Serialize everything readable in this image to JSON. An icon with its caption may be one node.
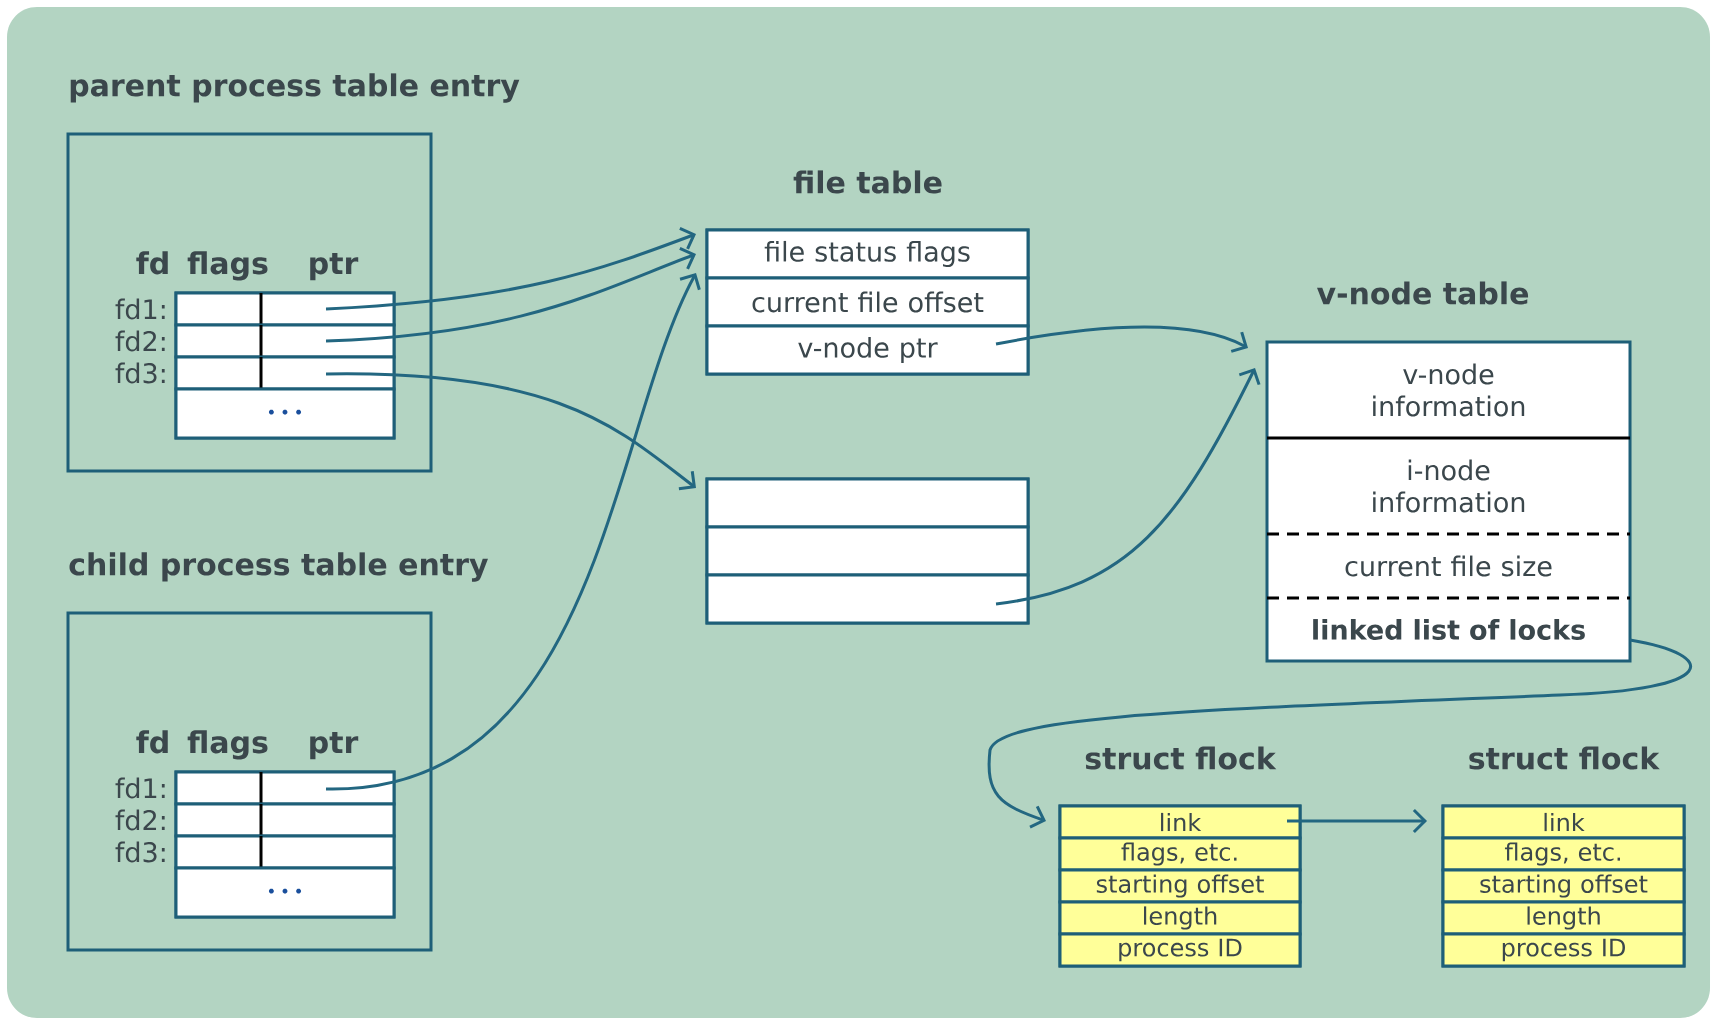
{
  "diagram": {
    "nodes": [
      {
        "text": [
          "parent process table entry"
        ]
      },
      {
        "text": [
          "fd",
          "flags",
          "ptr"
        ],
        "in": 0
      },
      {
        "text": [
          "fd1:"
        ],
        "in": 1
      },
      {
        "text": [
          "fd2:"
        ],
        "in": 1
      },
      {
        "text": [
          "fd3:"
        ],
        "in": 1
      },
      {
        "text": [
          "• • •"
        ],
        "in": 1
      },
      {
        "text": [
          "child process table entry"
        ]
      },
      {
        "text": [
          "fd",
          "flags",
          "ptr"
        ],
        "in": 6
      },
      {
        "text": [
          "fd1:"
        ],
        "in": 7
      },
      {
        "text": [
          "fd2:"
        ],
        "in": 7
      },
      {
        "text": [
          "fd3:"
        ],
        "in": 7
      },
      {
        "text": [
          "• • •"
        ],
        "in": 7
      },
      {
        "text": [
          "file table"
        ]
      },
      {
        "text": [
          "file status flags"
        ],
        "in": 12
      },
      {
        "text": [
          "current file offset"
        ],
        "in": 12
      },
      {
        "text": [
          "v-node ptr"
        ],
        "in": 12
      },
      {
        "text": [],
        "shape": "box"
      },
      {
        "text": [],
        "shape": "box",
        "in": 16
      },
      {
        "text": [],
        "shape": "box",
        "in": 16
      },
      {
        "text": [],
        "shape": "box",
        "in": 16
      },
      {
        "text": [
          "v-node table"
        ]
      },
      {
        "text": [
          "v-node information"
        ],
        "in": 20
      },
      {
        "text": [
          "i-node information"
        ],
        "in": 20
      },
      {
        "text": [
          "current file size"
        ],
        "in": 20
      },
      {
        "text": [
          "linked list of locks"
        ],
        "in": 20
      },
      {
        "text": [
          "struct flock"
        ]
      },
      {
        "text": [
          "link"
        ],
        "in": 25
      },
      {
        "text": [
          "flags, etc."
        ],
        "in": 25
      },
      {
        "text": [
          "starting offset"
        ],
        "in": 25
      },
      {
        "text": [
          "length"
        ],
        "in": 25
      },
      {
        "text": [
          "process ID"
        ],
        "in": 25
      },
      {
        "text": [
          "struct flock"
        ]
      },
      {
        "text": [
          "link"
        ],
        "in": 31
      },
      {
        "text": [
          "flags, etc."
        ],
        "in": 31
      },
      {
        "text": [
          "starting offset"
        ],
        "in": 31
      },
      {
        "text": [
          "length"
        ],
        "in": 31
      },
      {
        "text": [
          "process ID"
        ],
        "in": 31
      }
    ],
    "edges": [
      {
        "from": 2,
        "to": 12,
        "arrow": "to"
      },
      {
        "from": 3,
        "to": 12,
        "arrow": "to"
      },
      {
        "from": 4,
        "to": 16,
        "arrow": "to"
      },
      {
        "from": 8,
        "to": 12,
        "arrow": "to"
      },
      {
        "from": 15,
        "to": 20,
        "arrow": "to"
      },
      {
        "from": 19,
        "to": 20,
        "arrow": "to"
      },
      {
        "from": 24,
        "to": 26,
        "arrow": "to"
      },
      {
        "from": 26,
        "to": 32,
        "arrow": "to"
      }
    ]
  }
}
